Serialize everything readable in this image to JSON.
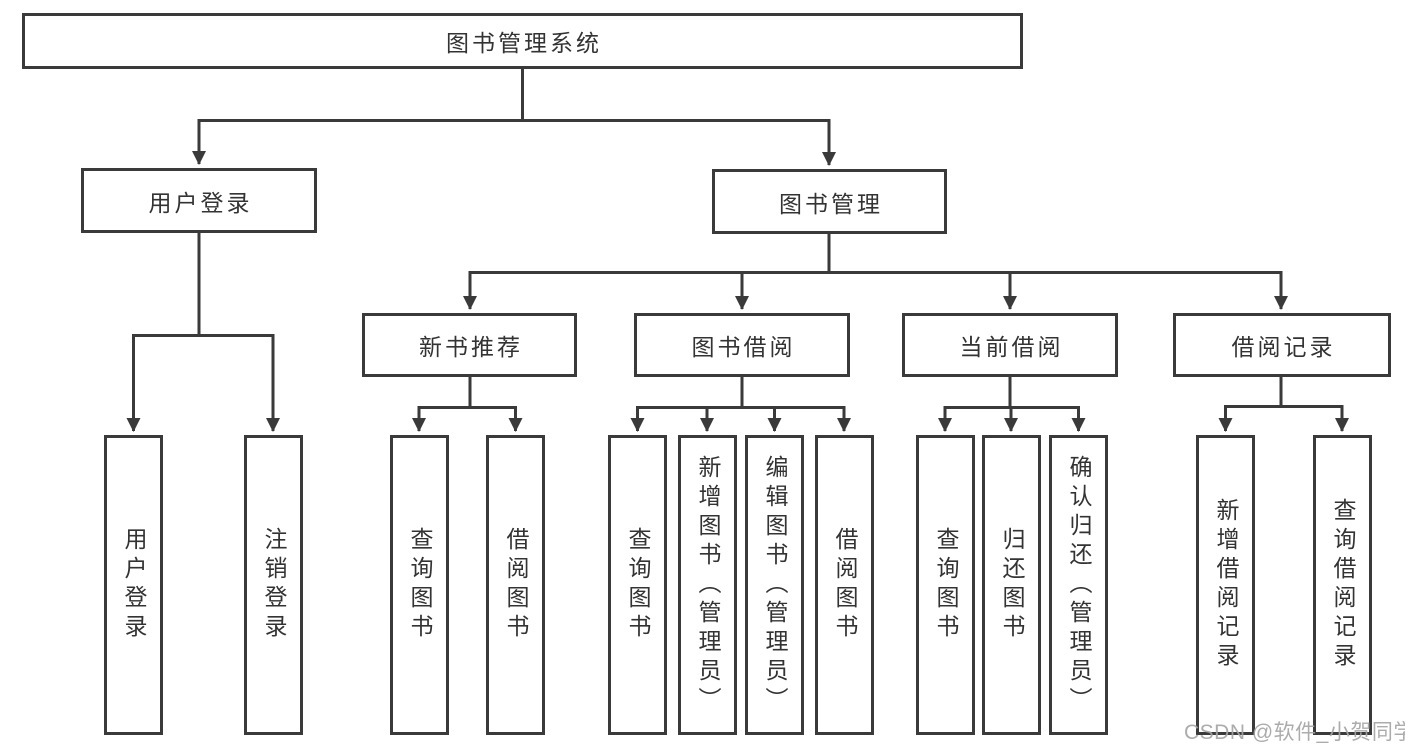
{
  "title": "图书管理系统",
  "watermark": "CSDN @软件_小贺同学",
  "colors": {
    "line": "#3a3a3a",
    "text": "#333333",
    "box_background": "#ffffff",
    "watermark": "#a5a5a5"
  },
  "branches": {
    "user_login": {
      "label": "用户登录",
      "leaves": [
        "用户登录",
        "注销登录"
      ]
    },
    "book_management": {
      "label": "图书管理",
      "children": [
        {
          "label": "新书推荐",
          "leaves": [
            "查询图书",
            "借阅图书"
          ]
        },
        {
          "label": "图书借阅",
          "leaves": [
            "查询图书",
            "新增图书（管理员）",
            "编辑图书（管理员）",
            "借阅图书"
          ]
        },
        {
          "label": "当前借阅",
          "leaves": [
            "查询图书",
            "归还图书",
            "确认归还（管理员）"
          ]
        },
        {
          "label": "借阅记录",
          "leaves": [
            "新增借阅记录",
            "查询借阅记录"
          ]
        }
      ]
    }
  }
}
